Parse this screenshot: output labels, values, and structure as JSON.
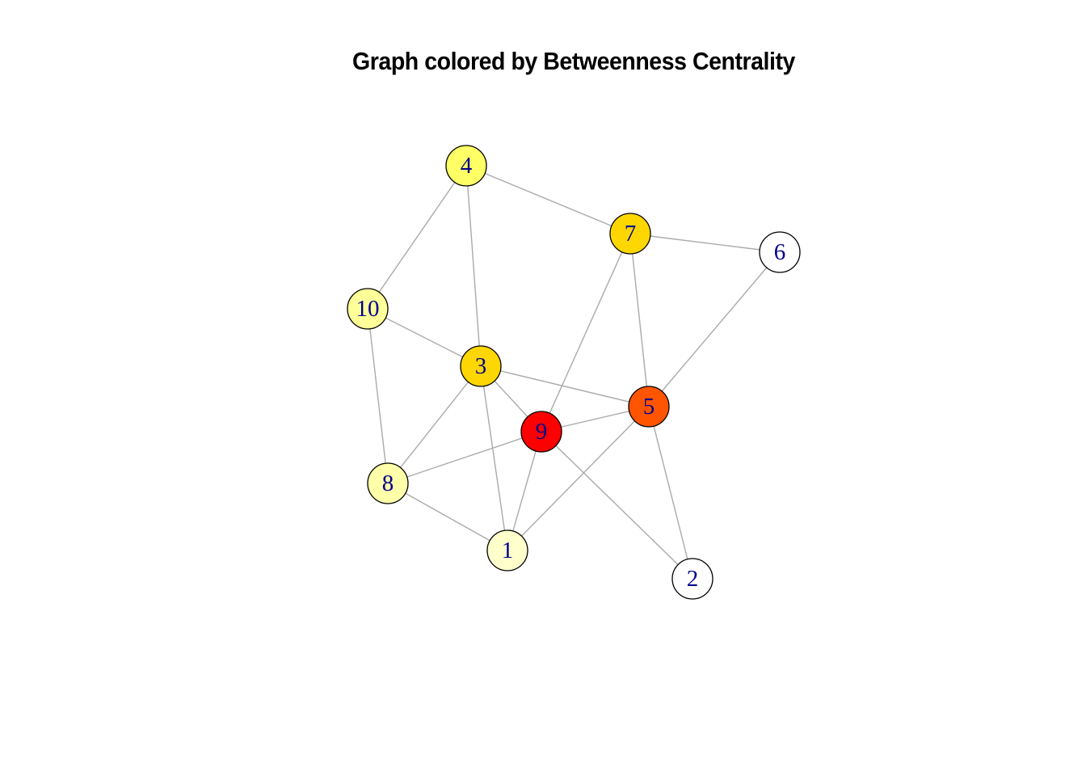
{
  "title": "Graph colored by Betweenness Centrality",
  "colors": {
    "edge": "#aaaaaa",
    "node_border": "#000000",
    "label": "#00008b",
    "background": "#ffffff"
  },
  "nodes": [
    {
      "id": "1",
      "label": "1",
      "color": "#ffffcc"
    },
    {
      "id": "2",
      "label": "2",
      "color": "#ffffff"
    },
    {
      "id": "3",
      "label": "3",
      "color": "#ffd700"
    },
    {
      "id": "4",
      "label": "4",
      "color": "#ffff66"
    },
    {
      "id": "5",
      "label": "5",
      "color": "#ff5500"
    },
    {
      "id": "6",
      "label": "6",
      "color": "#ffffff"
    },
    {
      "id": "7",
      "label": "7",
      "color": "#ffd700"
    },
    {
      "id": "8",
      "label": "8",
      "color": "#ffffaa"
    },
    {
      "id": "9",
      "label": "9",
      "color": "#ff0000"
    },
    {
      "id": "10",
      "label": "10",
      "color": "#ffff99"
    }
  ],
  "edges": [
    [
      "4",
      "7"
    ],
    [
      "4",
      "10"
    ],
    [
      "4",
      "3"
    ],
    [
      "7",
      "6"
    ],
    [
      "7",
      "9"
    ],
    [
      "7",
      "5"
    ],
    [
      "6",
      "5"
    ],
    [
      "10",
      "3"
    ],
    [
      "10",
      "8"
    ],
    [
      "3",
      "9"
    ],
    [
      "3",
      "5"
    ],
    [
      "3",
      "8"
    ],
    [
      "3",
      "1"
    ],
    [
      "9",
      "5"
    ],
    [
      "9",
      "8"
    ],
    [
      "9",
      "1"
    ],
    [
      "9",
      "2"
    ],
    [
      "5",
      "1"
    ],
    [
      "5",
      "2"
    ],
    [
      "8",
      "1"
    ]
  ]
}
